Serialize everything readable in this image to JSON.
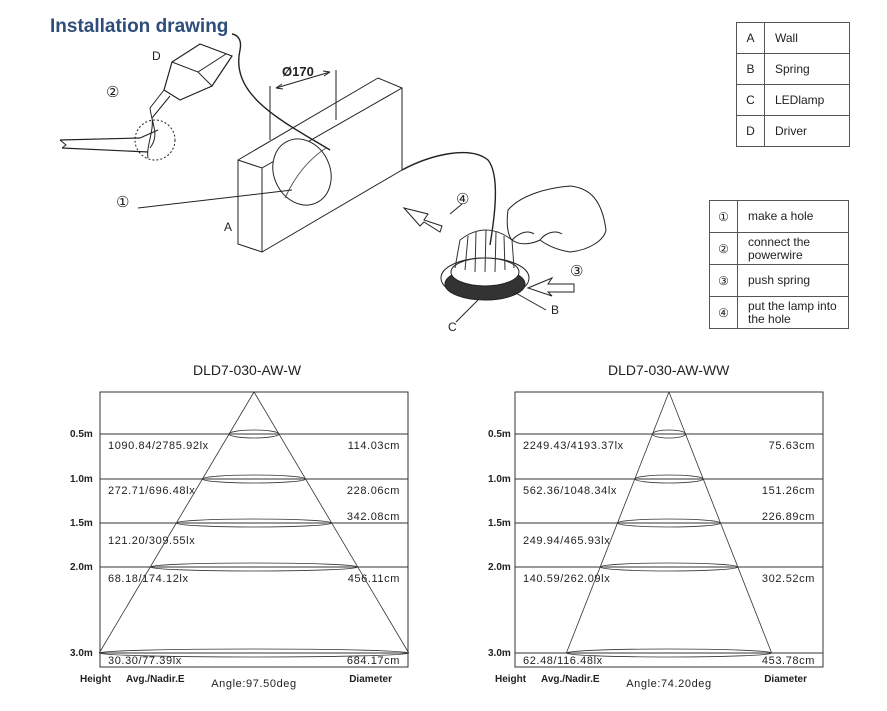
{
  "header": {
    "title": "Installation drawing"
  },
  "part_legend": [
    {
      "key": "A",
      "label": "Wall"
    },
    {
      "key": "B",
      "label": "Spring"
    },
    {
      "key": "C",
      "label": "LEDlamp"
    },
    {
      "key": "D",
      "label": "Driver"
    }
  ],
  "step_legend": [
    {
      "key": "①",
      "label": "make a hole"
    },
    {
      "key": "②",
      "label": "connect the powerwire"
    },
    {
      "key": "③",
      "label": "push spring"
    },
    {
      "key": "④",
      "label": "put the  lamp into the  hole"
    }
  ],
  "drawing": {
    "hole_label": "Ø170",
    "letter_a": "A",
    "letter_b": "B",
    "letter_c": "C",
    "letter_d": "D",
    "step1": "①",
    "step2": "②",
    "step3": "③",
    "step4": "④"
  },
  "chart_data": [
    {
      "type": "table",
      "title": "DLD7-030-AW-W",
      "columns": [
        "Height",
        "Avg./Nadir.E",
        "Diameter"
      ],
      "angle_label": "Angle:97.50deg",
      "angle_deg": 97.5,
      "rows": [
        {
          "height": "0.5m",
          "lux": "1090.84/2785.92lx",
          "diameter": "114.03cm"
        },
        {
          "height": "1.0m",
          "lux": "272.71/696.48lx",
          "diameter": "228.06cm"
        },
        {
          "height": "1.5m",
          "lux": "121.20/309.55lx",
          "diameter": "342.08cm"
        },
        {
          "height": "2.0m",
          "lux": "68.18/174.12lx",
          "diameter": "456.11cm"
        },
        {
          "height": "3.0m",
          "lux": "30.30/77.39lx",
          "diameter": "684.17cm"
        }
      ]
    },
    {
      "type": "table",
      "title": "DLD7-030-AW-WW",
      "columns": [
        "Height",
        "Avg./Nadir.E",
        "Diameter"
      ],
      "angle_label": "Angle:74.20deg",
      "angle_deg": 74.2,
      "rows": [
        {
          "height": "0.5m",
          "lux": "2249.43/4193.37lx",
          "diameter": "75.63cm"
        },
        {
          "height": "1.0m",
          "lux": "562.36/1048.34lx",
          "diameter": "151.26cm"
        },
        {
          "height": "1.5m",
          "lux": "249.94/465.93lx",
          "diameter": "226.89cm"
        },
        {
          "height": "2.0m",
          "lux": "140.59/262.09lx",
          "diameter": "302.52cm"
        },
        {
          "height": "3.0m",
          "lux": "62.48/116.48lx",
          "diameter": "453.78cm"
        }
      ]
    }
  ]
}
